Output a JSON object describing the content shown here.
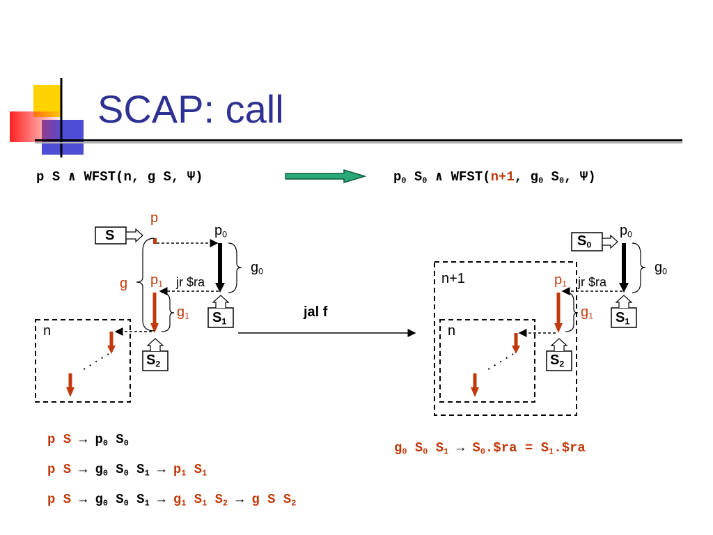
{
  "title": "SCAP: call",
  "top_formula": {
    "left": {
      "p": "p",
      "S": "S",
      "and": "∧",
      "wfst": "WFST(n, g S, Ψ)"
    },
    "right": {
      "p": "p",
      "p_sub": "0",
      "S": "S",
      "S_sub": "0",
      "and": "∧",
      "wfst_open": "WFST(",
      "n1": "n+1",
      "mid": ", g",
      "g_sub": "0",
      "s2": " S",
      "s2_sub": "0",
      "tail": ", Ψ)"
    }
  },
  "left_diagram": {
    "S_box": "S",
    "p": "p",
    "p0": "p",
    "p0_sub": "0",
    "g0": "g",
    "g0_sub": "0",
    "g": "g",
    "p1": "p",
    "p1_sub": "1",
    "jr": "jr $ra",
    "g1": "g",
    "g1_sub": "1",
    "S1": "S",
    "S1_sub": "1",
    "S2": "S",
    "S2_sub": "2",
    "n": "n"
  },
  "arrow_label": "jal f",
  "right_diagram": {
    "S0": "S",
    "S0_sub": "0",
    "p0": "p",
    "p0_sub": "0",
    "g0": "g",
    "g0_sub": "0",
    "n1": "n+1",
    "p1": "p",
    "p1_sub": "1",
    "jr": "jr $ra",
    "g1": "g",
    "g1_sub": "1",
    "S1": "S",
    "S1_sub": "1",
    "n": "n",
    "S2": "S",
    "S2_sub": "2"
  },
  "bottom": {
    "line1": {
      "a": "p S",
      "arrow": "→",
      "b": "p",
      "b_sub": "0",
      "c": " S",
      "c_sub": "0"
    },
    "line2": {
      "a": "p S",
      "arrow": "→",
      "b": "g",
      "b_sub": "0",
      "c": " S",
      "c_sub": "0",
      "d": " S",
      "d_sub": "1",
      "arrow2": "→",
      "e": "p",
      "e_sub": "1",
      "f": " S",
      "f_sub": "1"
    },
    "line3": {
      "a": "p S",
      "arrow": "→",
      "b": "g",
      "b_sub": "0",
      "c": " S",
      "c_sub": "0",
      "d": " S",
      "d_sub": "1",
      "arrow2": "→",
      "e": "g",
      "e_sub": "1",
      "f": " S",
      "f_sub": "1",
      "g": " S",
      "g_sub": "2",
      "arrow3": "→",
      "h": "g S S",
      "h_sub": "2"
    },
    "right": {
      "a": "g",
      "a_sub": "0",
      "b": " S",
      "b_sub": "0",
      "c": " S",
      "c_sub": "1",
      "arrow": "→",
      "d": " S",
      "d_sub": "0",
      "e": ".$ra = S",
      "e_sub": "1",
      "f": ".$ra"
    }
  },
  "colors": {
    "title": "#2e3192",
    "accent_red": "#c0390b",
    "arrow_green": "#2aa876"
  }
}
